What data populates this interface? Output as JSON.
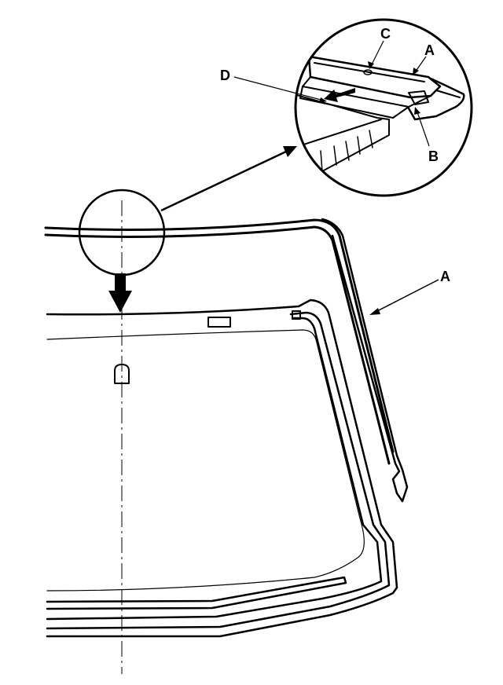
{
  "labels": {
    "detail_c": "C",
    "detail_a": "A",
    "detail_d": "D",
    "detail_b": "B",
    "main_a": "A"
  },
  "colors": {
    "ink": "#000000",
    "background": "#ffffff"
  }
}
